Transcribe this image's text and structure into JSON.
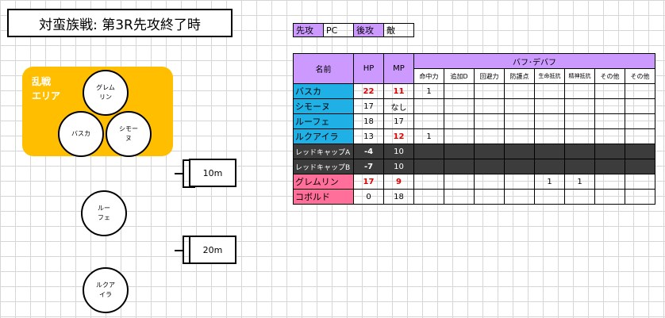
{
  "title": "対蛮族戦: 第3R先攻終了時",
  "area": {
    "label": "乱戦\nエリア",
    "members": [
      "グレム\nリン",
      "バスカ",
      "シモー\nヌ"
    ]
  },
  "distances": [
    "10m",
    "20m"
  ],
  "outside": [
    "ルー\nフェ",
    "ルクア\nイラ"
  ],
  "turn": {
    "first_label": "先攻",
    "first_value": "PC",
    "second_label": "後攻",
    "second_value": "敵"
  },
  "table": {
    "headers": {
      "name": "名前",
      "hp": "HP",
      "mp": "MP",
      "buff": "バフ･デバフ"
    },
    "buff_columns": [
      "命中力",
      "追加D",
      "回避力",
      "防護点",
      "生命抵抗",
      "精神抵抗",
      "その他",
      "その他"
    ],
    "rows": [
      {
        "name": "バスカ",
        "hp": "22",
        "mp": "11",
        "buffs": [
          "1",
          "",
          "",
          "",
          "",
          "",
          "",
          ""
        ]
      },
      {
        "name": "シモーヌ",
        "hp": "17",
        "mp": "なし",
        "buffs": [
          "",
          "",
          "",
          "",
          "",
          "",
          "",
          ""
        ]
      },
      {
        "name": "ルーフェ",
        "hp": "18",
        "mp": "17",
        "buffs": [
          "",
          "",
          "",
          "",
          "",
          "",
          "",
          ""
        ]
      },
      {
        "name": "ルクアイラ",
        "hp": "13",
        "mp": "12",
        "buffs": [
          "1",
          "",
          "",
          "",
          "",
          "",
          "",
          ""
        ]
      },
      {
        "name": "レッドキャップA",
        "hp": "-4",
        "mp": "10",
        "buffs": [
          "",
          "",
          "",
          "",
          "",
          "",
          "",
          ""
        ]
      },
      {
        "name": "レッドキャップB",
        "hp": "-7",
        "mp": "10",
        "buffs": [
          "",
          "",
          "",
          "",
          "",
          "",
          "",
          ""
        ]
      },
      {
        "name": "グレムリン",
        "hp": "17",
        "mp": "9",
        "buffs": [
          "",
          "",
          "",
          "",
          "1",
          "1",
          "",
          ""
        ]
      },
      {
        "name": "コボルド",
        "hp": "0",
        "mp": "18",
        "buffs": [
          "",
          "",
          "",
          "",
          "",
          "",
          "",
          ""
        ]
      }
    ]
  },
  "colors": {
    "area": "#ffbf00",
    "header": "#cc99ff",
    "pc_name": "#1fb0e6",
    "enemy_name": "#ff6f99",
    "defeated_row": "#3c3c3c",
    "emphasis": "#e00000"
  }
}
